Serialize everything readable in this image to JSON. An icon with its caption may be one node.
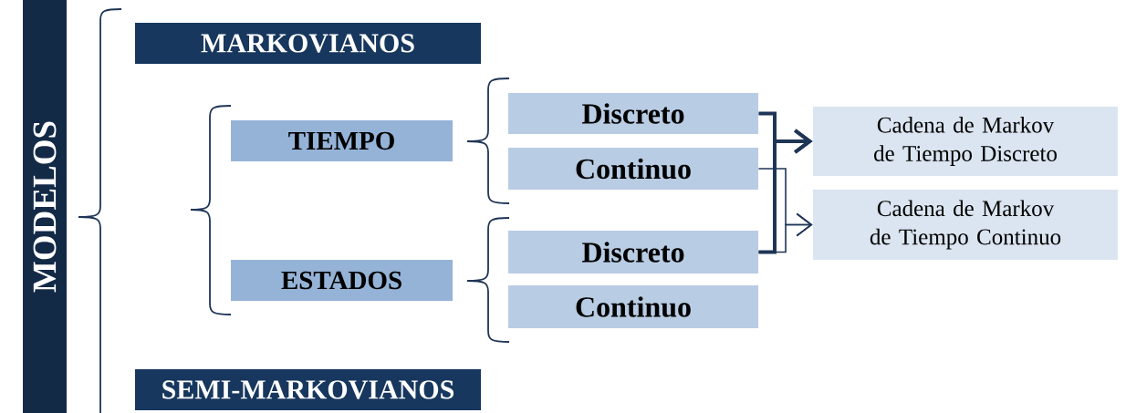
{
  "diagram": {
    "nodes": [
      {
        "text": [
          "MODELOS"
        ]
      },
      {
        "text": [
          "MARKOVIANOS"
        ]
      },
      {
        "text": [
          "TIEMPO"
        ]
      },
      {
        "text": [
          "Discreto"
        ]
      },
      {
        "text": [
          "Continuo"
        ]
      },
      {
        "text": [
          "Cadena de Markov de Tiempo Discreto"
        ]
      },
      {
        "text": [
          "Cadena de Markov de Tiempo Continuo"
        ]
      },
      {
        "text": [
          "ESTADOS"
        ]
      },
      {
        "text": [
          "Discreto"
        ]
      },
      {
        "text": [
          "Continuo"
        ]
      },
      {
        "text": [
          "SEMI-MARKOVIANOS"
        ]
      }
    ],
    "edges": [
      {
        "from": 3,
        "to": 5,
        "arrow": "to",
        "style": "thick"
      },
      {
        "from": 8,
        "to": 5,
        "arrow": "to",
        "style": "thick"
      },
      {
        "from": 4,
        "to": 6,
        "arrow": "to"
      },
      {
        "from": 8,
        "to": 6,
        "arrow": "to"
      }
    ]
  }
}
